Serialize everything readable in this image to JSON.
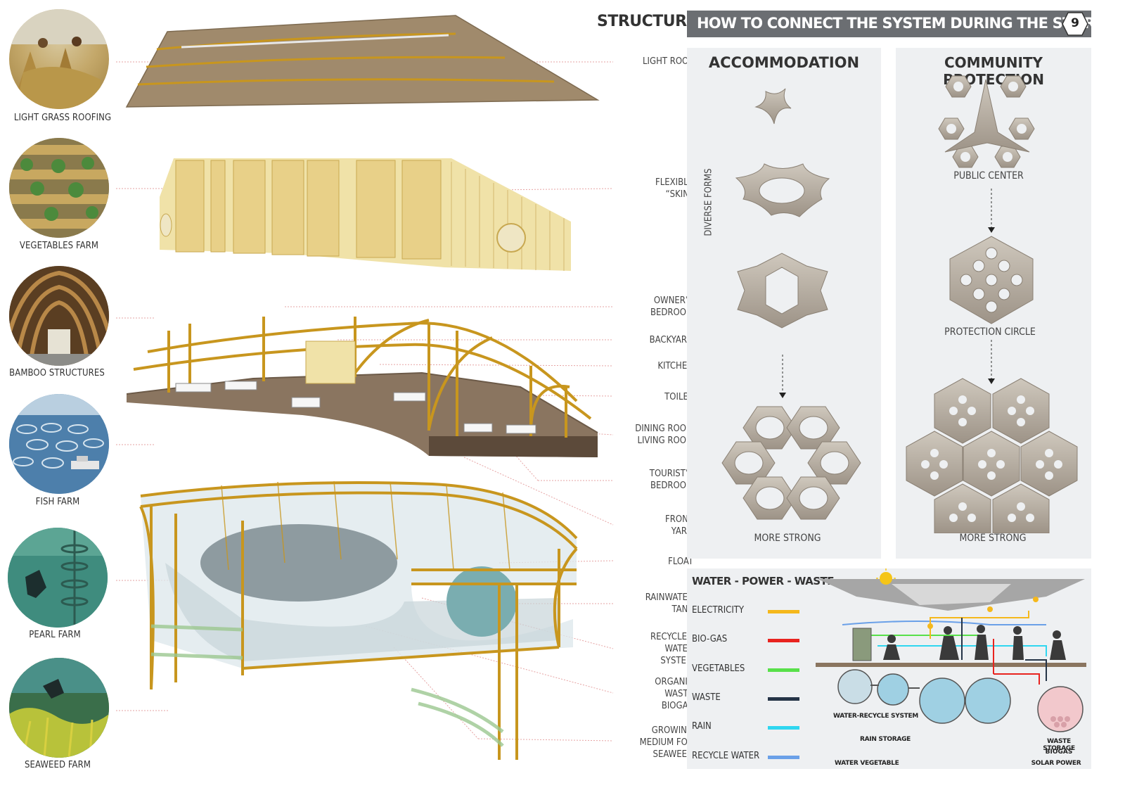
{
  "header": {
    "structure": "STRUCTURE",
    "question": "HOW TO CONNECT THE SYSTEM DURING THE STORM ?",
    "page_number": "9"
  },
  "left_circles": [
    {
      "label": "LIGHT GRASS ROOFING"
    },
    {
      "label": "VEGETABLES FARM"
    },
    {
      "label": "BAMBOO STRUCTURES"
    },
    {
      "label": "FISH FARM"
    },
    {
      "label": "PEARL FARM"
    },
    {
      "label": "SEAWEED FARM"
    }
  ],
  "component_labels": [
    "LIGHT ROOF",
    "FLEXIBLE\n“SKIN”",
    "OWNER’S\nBEDROOM",
    "BACKYARD",
    "KITCHEN",
    "TOILET",
    "DINING ROOM\nLIVING ROOM",
    "TOURIST’S\nBEDROOM",
    "FRONT\nYARD",
    "FLOAT",
    "RAINWATER\nTANK",
    "RECYCLED\nWATER\nSYSTEM",
    "ORGANIC\nWASTE\nBIOGAS",
    "GROWING\nMEDIUM FOR\nSEAWEED"
  ],
  "accommodation": {
    "title": "ACCOMMODATION",
    "side_label": "DIVERSE FORMS",
    "bottom_label": "MORE STRONG"
  },
  "community": {
    "title": "COMMUNITY PROTECTION",
    "public_center": "PUBLIC CENTER",
    "protection_circle": "PROTECTION CIRCLE",
    "bottom_label": "MORE STRONG"
  },
  "wpw": {
    "title": "WATER - POWER - WASTE",
    "legend": [
      {
        "label": "ELECTRICITY",
        "color": "#f5b81c"
      },
      {
        "label": "BIO-GAS",
        "color": "#e8231f"
      },
      {
        "label": "VEGETABLES",
        "color": "#58e04a"
      },
      {
        "label": "WASTE",
        "color": "#253447"
      },
      {
        "label": "RAIN",
        "color": "#2fd6f0"
      },
      {
        "label": "RECYCLE WATER",
        "color": "#6aa0e8"
      }
    ],
    "diagram_labels": {
      "water_recycle": "WATER-RECYCLE SYSTEM",
      "rain_storage": "RAIN STORAGE",
      "water_vegetable": "WATER VEGETABLE",
      "waste_storage": "WASTE STORAGE",
      "biogas": "BIOGAS",
      "solar_power": "SOLAR POWER"
    }
  },
  "colors": {
    "header_bar": "#6b6e72",
    "panel_bg": "#eef0f2",
    "bamboo": "#c8961e",
    "guide_line": "#e8a0a0"
  }
}
